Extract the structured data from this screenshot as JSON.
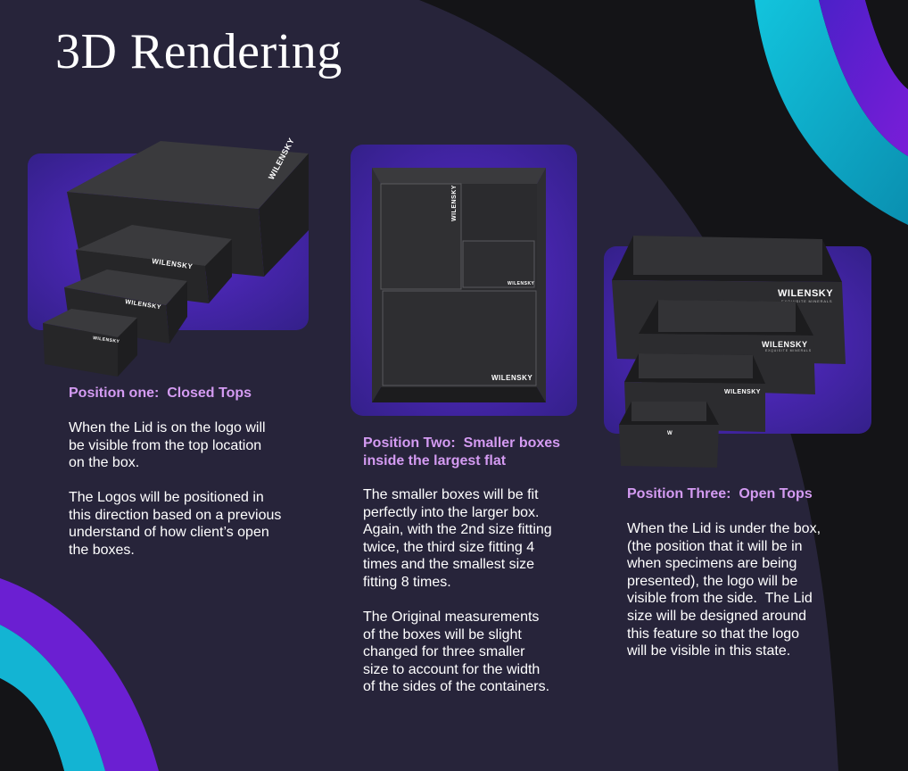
{
  "title": "3D Rendering",
  "brand": {
    "logo": "WILENSKY",
    "logo_short": "W",
    "tagline": "EXQUISITE MINERALS"
  },
  "colors": {
    "accent_purple": "#6a1fd0",
    "accent_cyan": "#12b9d6",
    "heading": "#d49bf2"
  },
  "sections": [
    {
      "heading": "Position one:  Closed Tops",
      "paragraphs": [
        "When the Lid is on the logo will\nbe visible from the top location\non the box.",
        "The Logos will be positioned in\nthis direction based on a previous\nunderstand of how client’s open\nthe boxes."
      ]
    },
    {
      "heading": "Position Two:  Smaller boxes\ninside the largest flat",
      "paragraphs": [
        "The smaller boxes will be fit\nperfectly into the larger box.\nAgain, with the 2nd size fitting\ntwice, the third size fitting 4\ntimes and the smallest size\nfitting 8 times.",
        "The Original measurements\nof the boxes will be slight\nchanged for three smaller\nsize to account for the width\nof the sides of the containers."
      ]
    },
    {
      "heading": "Position Three:  Open Tops",
      "paragraphs": [
        "When the Lid is under the box,\n(the position that it will be in\nwhen specimens are being\npresented), the logo will be\nvisible from the side.  The Lid\nsize will be designed around\nthis feature so that the logo\nwill be visible in this state."
      ]
    }
  ]
}
